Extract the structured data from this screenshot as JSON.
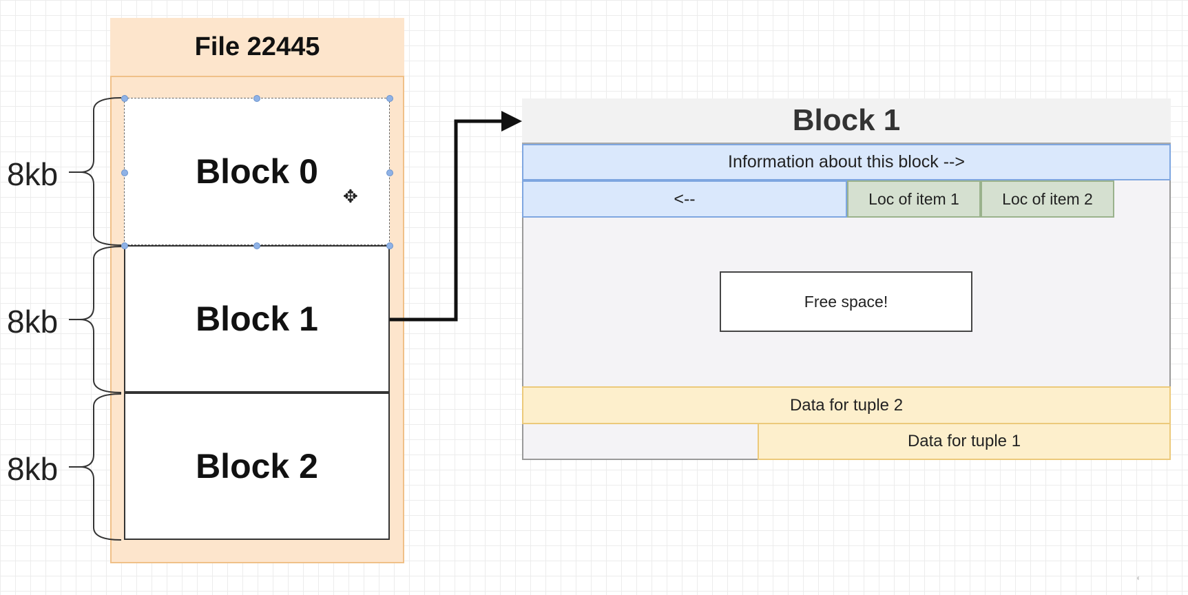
{
  "file": {
    "title": "File 22445",
    "blocks": [
      "Block 0",
      "Block 1",
      "Block 2"
    ],
    "block_size_labels": [
      "8kb",
      "8kb",
      "8kb"
    ]
  },
  "block_detail": {
    "title": "Block 1",
    "info": "Information about this block -->",
    "pointer_arrow": "<--",
    "locations": [
      "Loc of item 1",
      "Loc of item 2"
    ],
    "free_space": "Free space!",
    "tuples": [
      "Data for tuple 2",
      "Data for tuple 1"
    ]
  },
  "colors": {
    "file_fill": "#fde5cc",
    "header_fill": "#dae8fc",
    "loc_fill": "#d5e0d0",
    "tuple_fill": "#fdefcc"
  }
}
